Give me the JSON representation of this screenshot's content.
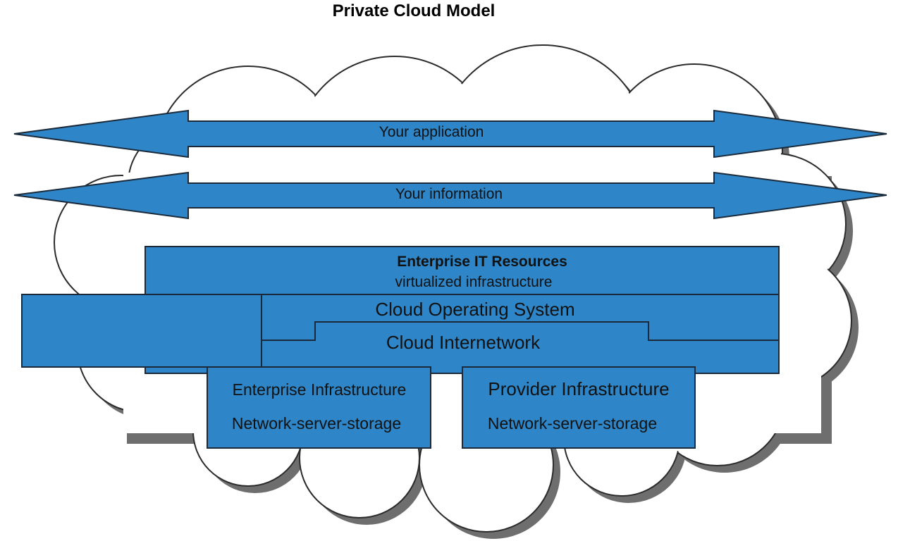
{
  "title": "Private Cloud Model",
  "colors": {
    "fill": "#2e86c8",
    "stroke": "#1a2a3a",
    "cloud_fill": "#ffffff",
    "cloud_shadow": "#6e6e6e"
  },
  "arrows": {
    "application": "Your application",
    "information": "Your information"
  },
  "enterprise_it": {
    "title": "Enterprise IT Resources",
    "subtitle": "virtualized infrastructure"
  },
  "layers": {
    "os": "Cloud Operating System",
    "internetwork": "Cloud Internetwork"
  },
  "enterprise_infra": {
    "title": "Enterprise Infrastructure",
    "subtitle": "Network-server-storage"
  },
  "provider_infra": {
    "title": "Provider Infrastructure",
    "subtitle": "Network-server-storage"
  }
}
